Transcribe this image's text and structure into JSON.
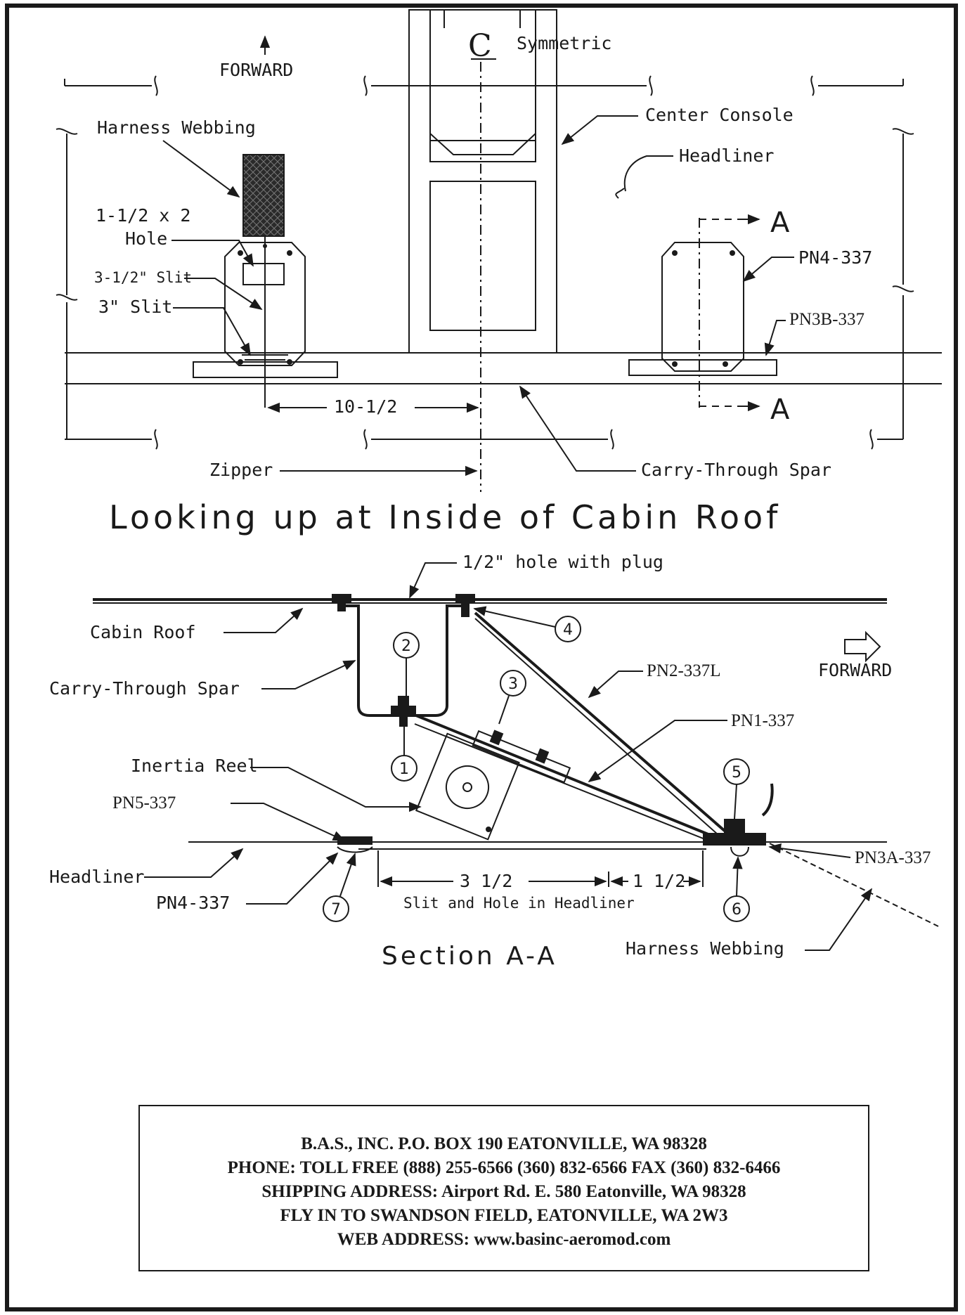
{
  "top_view": {
    "centerline_symbol": "C",
    "centerline_label": "Symmetric",
    "forward": "FORWARD",
    "harness_webbing": "Harness Webbing",
    "hole_size_line1": "1-1/2 x 2",
    "hole_size_line2": "Hole",
    "slit_long": "3-1/2\" Slit",
    "slit_short": "3\" Slit",
    "center_console": "Center Console",
    "headliner": "Headliner",
    "section_marker": "A",
    "pn4": "PN4-337",
    "pn3b": "PN3B-337",
    "dimension": "10-1/2",
    "zipper": "Zipper",
    "carry_through_spar": "Carry-Through Spar",
    "caption": "Looking up at Inside of Cabin Roof"
  },
  "section_view": {
    "hole_with_plug": "1/2\" hole with plug",
    "cabin_roof": "Cabin Roof",
    "carry_through_spar": "Carry-Through Spar",
    "pn2": "PN2-337L",
    "forward": "FORWARD",
    "pn1": "PN1-337",
    "inertia_reel": "Inertia Reel",
    "pn5": "PN5-337",
    "headliner": "Headliner",
    "pn3a": "PN3A-337",
    "pn4": "PN4-337",
    "dim_left": "3 1/2",
    "dim_right": "1 1/2",
    "slit_hole": "Slit and Hole in Headliner",
    "harness_webbing": "Harness Webbing",
    "title": "Section A-A",
    "balloons": [
      "1",
      "2",
      "3",
      "4",
      "5",
      "6",
      "7"
    ]
  },
  "address": {
    "line1": "B.A.S., INC.  P.O. BOX 190  EATONVILLE, WA  98328",
    "line2": "PHONE:  TOLL FREE (888) 255-6566   (360) 832-6566  FAX (360) 832-6466",
    "line3": "SHIPPING ADDRESS:  Airport Rd. E. 580  Eatonville, WA  98328",
    "line4": "FLY IN TO SWANDSON FIELD, EATONVILLE, WA  2W3",
    "line5": "WEB ADDRESS:  www.basinc-aeromod.com"
  }
}
